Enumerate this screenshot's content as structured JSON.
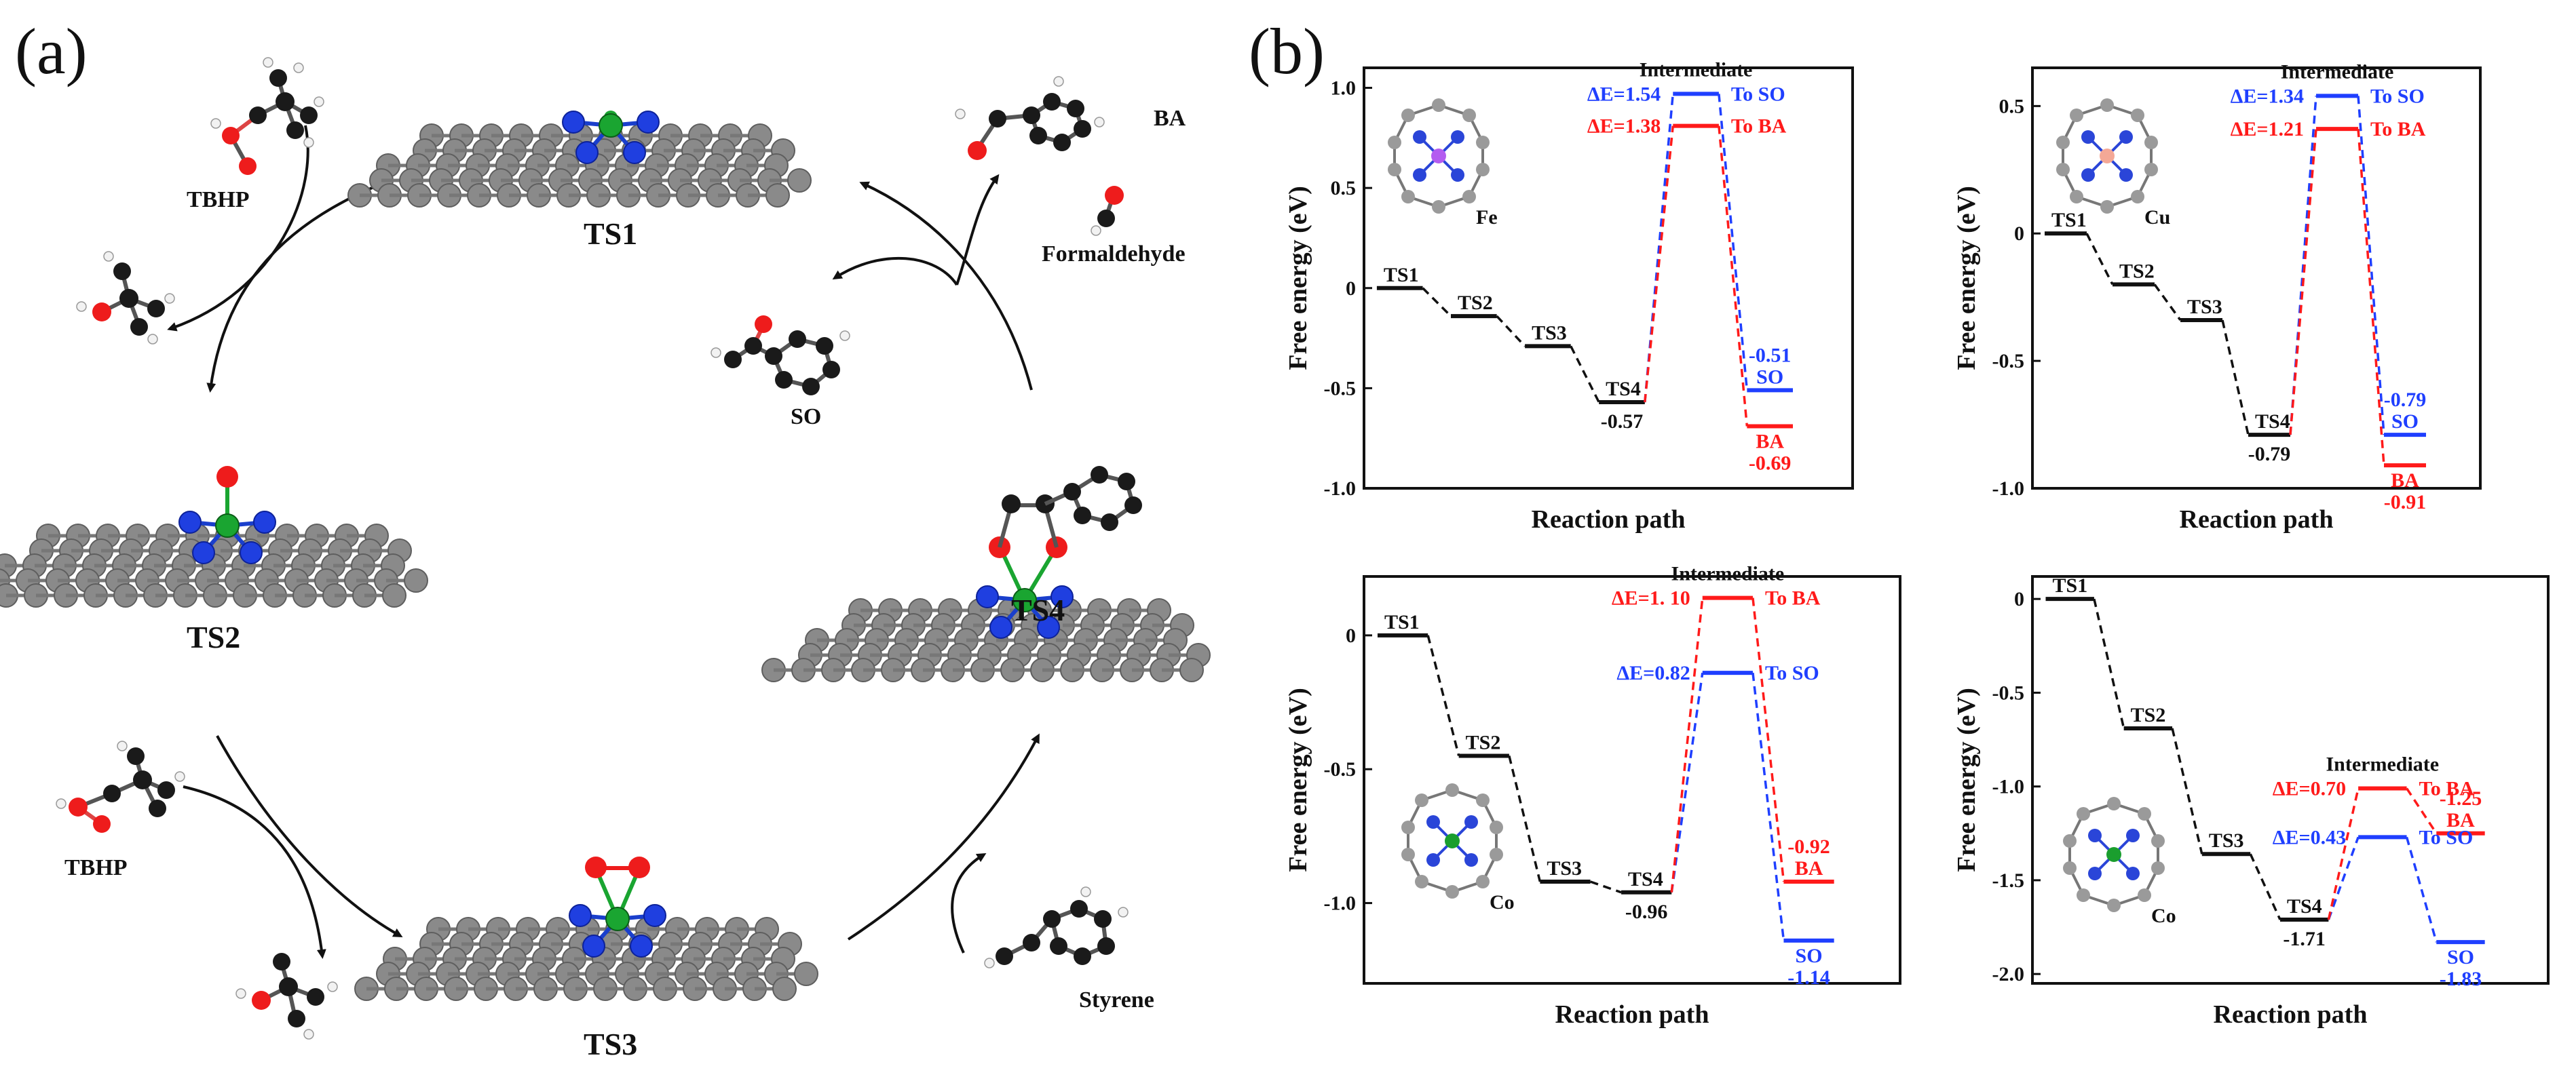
{
  "panel_a": {
    "letter": "(a)",
    "states": [
      "TS1",
      "TS2",
      "TS3",
      "TS4"
    ],
    "molecules": {
      "tbhp_top": "TBHP",
      "tbhp_bottom": "TBHP",
      "ba": "BA",
      "formaldehyde": "Formaldehyde",
      "so": "SO",
      "styrene": "Styrene"
    }
  },
  "panel_b": {
    "letter": "(b)",
    "x_title": "Reaction path",
    "y_title": "Free energy (eV)",
    "intermediate_label": "Intermediate",
    "colors": {
      "SO": "#1f3fff",
      "BA": "#ff1a1a",
      "base": "#000000"
    },
    "charts": [
      {
        "metal": "Fe",
        "metal_color": "#b45cf0",
        "ylim": [
          -1.0,
          1.1
        ],
        "yticks": [
          "1.0",
          "0.5",
          "0",
          "-0.5",
          "-1.0"
        ],
        "ytick_values": [
          1.0,
          0.5,
          0,
          -0.5,
          -1.0
        ],
        "steps": [
          {
            "label": "TS1",
            "value": 0
          },
          {
            "label": "TS2",
            "value": -0.14
          },
          {
            "label": "TS3",
            "value": -0.29
          },
          {
            "label": "TS4",
            "value": -0.57
          }
        ],
        "ts4_value_label": "-0.57",
        "so": {
          "de": "ΔE=1.54",
          "inter": 0.97,
          "final": -0.51,
          "label": "To SO",
          "final_text": "-0.51",
          "final_name": "SO"
        },
        "ba": {
          "de": "ΔE=1.38",
          "inter": 0.81,
          "final": -0.69,
          "label": "To BA",
          "final_text": "-0.69",
          "final_name": "BA"
        }
      },
      {
        "metal": "Cu",
        "metal_color": "#f4a896",
        "ylim": [
          -1.0,
          0.65
        ],
        "yticks": [
          "0.5",
          "0",
          "-0.5",
          "-1.0"
        ],
        "ytick_values": [
          0.5,
          0,
          -0.5,
          -1.0
        ],
        "steps": [
          {
            "label": "TS1",
            "value": 0
          },
          {
            "label": "TS2",
            "value": -0.2
          },
          {
            "label": "TS3",
            "value": -0.34
          },
          {
            "label": "TS4",
            "value": -0.79
          }
        ],
        "ts4_value_label": "-0.79",
        "so": {
          "de": "ΔE=1.34",
          "inter": 0.54,
          "final": -0.79,
          "label": "To SO",
          "final_text": "-0.79",
          "final_name": "SO"
        },
        "ba": {
          "de": "ΔE=1.21",
          "inter": 0.41,
          "final": -0.91,
          "label": "To BA",
          "final_text": "-0.91",
          "final_name": "BA"
        }
      },
      {
        "metal": "Co",
        "metal_color": "#1a9e2e",
        "ylim": [
          -1.3,
          0.22
        ],
        "yticks": [
          "0",
          "-0.5",
          "-1.0"
        ],
        "ytick_values": [
          0,
          -0.5,
          -1.0
        ],
        "steps": [
          {
            "label": "TS1",
            "value": 0
          },
          {
            "label": "TS2",
            "value": -0.45
          },
          {
            "label": "TS3",
            "value": -0.92
          },
          {
            "label": "TS4",
            "value": -0.96
          }
        ],
        "ts4_value_label": "-0.96",
        "so": {
          "de": "ΔE=0.82",
          "inter": -0.14,
          "final": -1.14,
          "label": "To SO",
          "final_text": "-1.14",
          "final_name": "SO"
        },
        "ba": {
          "de": "ΔE=1. 10",
          "inter": 0.14,
          "final": -0.92,
          "label": "To BA",
          "final_text": "-0.92",
          "final_name": "BA"
        }
      },
      {
        "metal": "Co",
        "metal_color": "#1a9e2e",
        "ylim": [
          -2.05,
          0.12
        ],
        "yticks": [
          "0",
          "-0.5",
          "-1.0",
          "-1.5",
          "-2.0"
        ],
        "ytick_values": [
          0,
          -0.5,
          -1.0,
          -1.5,
          -2.0
        ],
        "steps": [
          {
            "label": "TS1",
            "value": 0
          },
          {
            "label": "TS2",
            "value": -0.69
          },
          {
            "label": "TS3",
            "value": -1.36
          },
          {
            "label": "TS4",
            "value": -1.71
          }
        ],
        "ts4_value_label": "-1.71",
        "so": {
          "de": "ΔE=0.43",
          "inter": -1.27,
          "final": -1.83,
          "label": "To SO",
          "final_text": "-1.83",
          "final_name": "SO"
        },
        "ba": {
          "de": "ΔE=0.70",
          "inter": -1.01,
          "final": -1.25,
          "label": "To BA",
          "final_text": "-1.25",
          "final_name": "BA"
        }
      }
    ]
  }
}
